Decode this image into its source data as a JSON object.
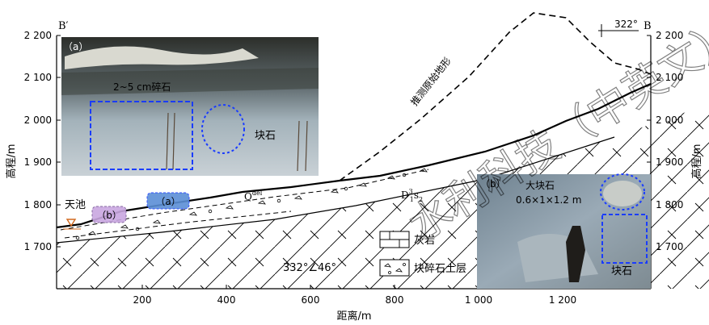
{
  "figure": {
    "corner_left": "B′",
    "corner_right": "B",
    "azimuth": "322°",
    "watermark": "水利科技（中英文）"
  },
  "axes": {
    "xlabel": "距离/m",
    "ylabel_left": "高程/m",
    "ylabel_right": "高程/m",
    "xticks": [
      "200",
      "400",
      "600",
      "800",
      "1 000",
      "1 200"
    ],
    "yticks": [
      "1 700",
      "1 800",
      "1 900",
      "2 000",
      "2 100",
      "2 200"
    ]
  },
  "labels": {
    "tianchi": "天池",
    "projected_surface": "推测原始地形",
    "deposit_code": "Q",
    "deposit_sup": "del",
    "bedrock_code": "D",
    "bedrock_sup": "3",
    "bedrock_sub": "1",
    "bedrock_suffix": "s",
    "bedrock_sub2": "2",
    "attitude": "332°∠46°",
    "marker_a": "（a）",
    "marker_b": "（b）"
  },
  "legend": {
    "limestone": "灰岩",
    "gravel_soil": "块碎石土层"
  },
  "photo_a": {
    "tag": "（a）",
    "caption": "2~5 cm碎石",
    "block": "块石"
  },
  "photo_b": {
    "tag": "（b）",
    "boulder": "大块石",
    "size": "0.6×1×1.2 m",
    "block": "块石"
  },
  "colors": {
    "dashed_box": "#1a3cff",
    "marker_a_fill": "#5b8fd6",
    "marker_b_fill": "#c9a7e0",
    "tianchi_symbol": "#d2691e"
  }
}
